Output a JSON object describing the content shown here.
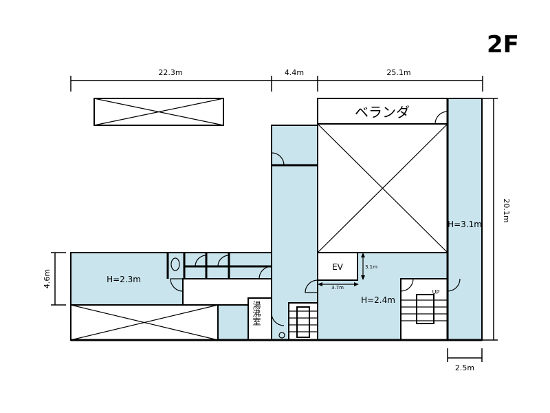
{
  "floor_label": "2F",
  "dimensions": {
    "top_left": "22.3m",
    "top_mid": "4.4m",
    "top_right": "25.1m",
    "right_height": "20.1m",
    "left_height": "4.6m",
    "bottom_right": "2.5m",
    "ev_width": "3.7m",
    "ev_depth": "3.1m"
  },
  "rooms": {
    "veranda": "ベランダ",
    "elevator": "EV",
    "storage": "湯沸室",
    "stair_up": "UP"
  },
  "heights": {
    "right_corridor": "H=3.1m",
    "left_room": "H=2.3m",
    "center_hall": "H=2.4m"
  },
  "colors": {
    "room_fill": "#c9e4ed",
    "wall": "#000000"
  }
}
